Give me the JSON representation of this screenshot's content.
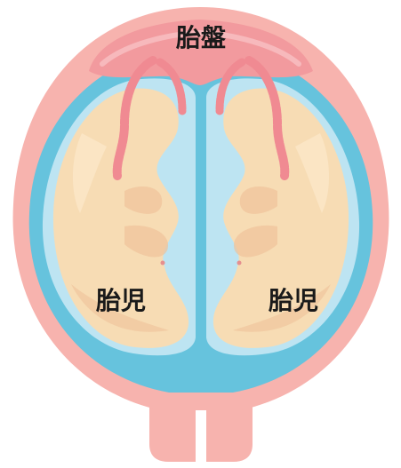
{
  "labels": {
    "placenta": "胎盤",
    "fetus_left": "胎児",
    "fetus_right": "胎児"
  },
  "colors": {
    "uterus_wall": "#f7b3ae",
    "amniotic_fluid": "#66c3dd",
    "membrane": "#bde4f2",
    "placenta": "#f29a9e",
    "umbilical_cord": "#f08a92",
    "fetus_skin": "#f7dcb4",
    "fetus_shadow": "#efc29a",
    "label_text": "#1a1a1a"
  }
}
